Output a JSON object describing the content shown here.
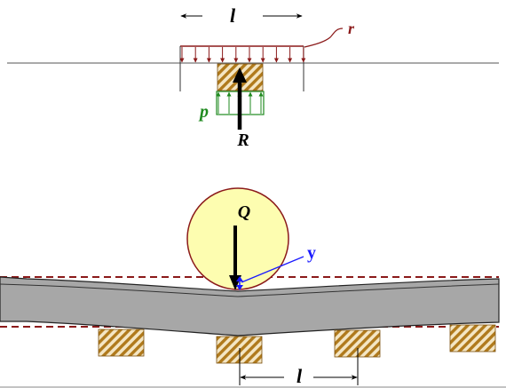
{
  "top_diagram": {
    "span_label": "l",
    "load_label": "r",
    "pressure_label": "p",
    "reaction_label": "R"
  },
  "bottom_diagram": {
    "wheel_load_label": "Q",
    "deflection_label": "y",
    "spacing_label": "l"
  },
  "colors": {
    "distributed_load": "#8b1a1a",
    "pressure": "#1f8a1f",
    "deflection": "#1a1aff",
    "wheel_fill": "#fdfdb0",
    "wheel_stroke": "#8b1a1a",
    "rail_fill": "#a7a7a7",
    "dashed_line": "#8b1a1a",
    "sleeper_hatch": "#b07a1c"
  }
}
